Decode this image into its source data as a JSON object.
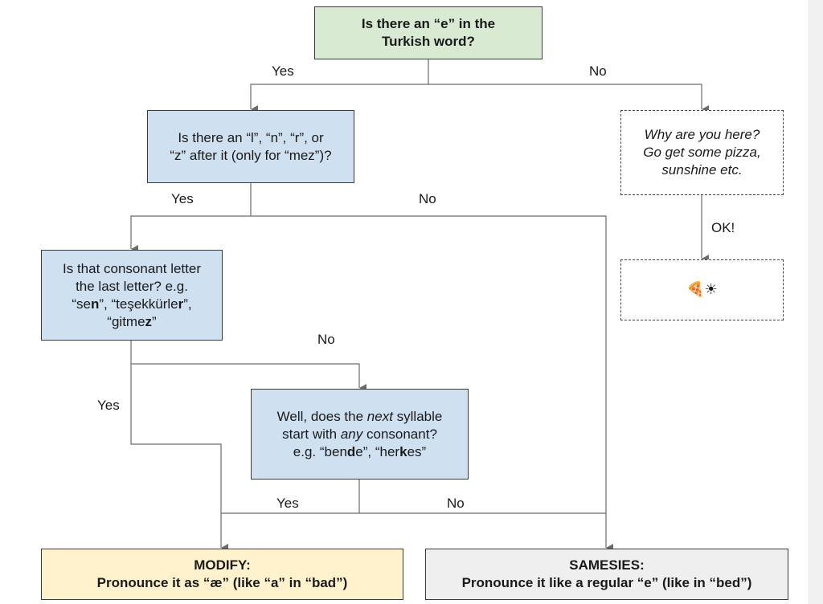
{
  "nodes": {
    "start": {
      "line1": "Is there an “e” in the",
      "line2": "Turkish word?"
    },
    "lnrz": {
      "line1": "Is there an “l”, “n”, “r”, or",
      "line2": "“z” after it (only for “mez”)?"
    },
    "pizza": {
      "line1": "Why are you here?",
      "line2": "Go get some pizza,",
      "line3": "sunshine etc."
    },
    "pizza_emoji": {
      "glyphs": "🍕☀",
      "icons": [
        "pizza-icon",
        "sun-icon"
      ]
    },
    "last_letter": {
      "line1": "Is that consonant letter",
      "line2": "the last letter? e.g.",
      "line3_a": "“se",
      "line3_b": "n",
      "line3_c": "”, “teşekkürle",
      "line3_d": "r",
      "line3_e": "”,",
      "line4_a": "“gitme",
      "line4_b": "z",
      "line4_c": "”"
    },
    "next_syllable": {
      "line1_a": "Well, does the ",
      "line1_b": "next",
      "line1_c": " syllable",
      "line2_a": "start with ",
      "line2_b": "any",
      "line2_c": " consonant?",
      "line3_a": "e.g. “ben",
      "line3_b": "d",
      "line3_c": "e”, “her",
      "line3_d": "k",
      "line3_e": "es”"
    },
    "modify": {
      "title": "MODIFY:",
      "line2": "Pronounce it as “æ” (like “a” in “bad”)"
    },
    "samesies": {
      "title": "SAMESIES:",
      "line2": "Pronounce it like a regular “e” (like in “bed”)"
    }
  },
  "edge_labels": {
    "start_yes": "Yes",
    "start_no": "No",
    "lnrz_yes": "Yes",
    "lnrz_no": "No",
    "ok": "OK!",
    "last_no": "No",
    "last_yes": "Yes",
    "next_yes": "Yes",
    "next_no": "No"
  },
  "colors": {
    "start_fill": "#d9ead3",
    "question_fill": "#cfe0f1",
    "modify_fill": "#fff2cc",
    "samesies_fill": "#efefef",
    "connector": "#6b6b6b"
  }
}
